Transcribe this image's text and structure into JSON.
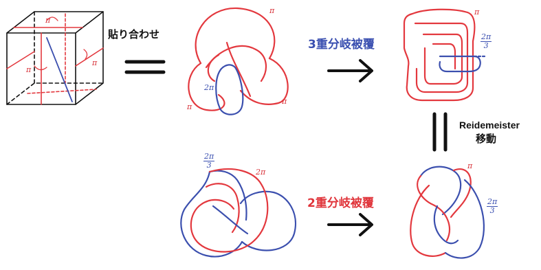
{
  "colors": {
    "red": "#e3383e",
    "blue": "#3b4fae",
    "black": "#111111"
  },
  "labels": {
    "gluing": "貼り合わせ",
    "triple_cover": "3重分岐被覆",
    "double_cover": "2重分岐被覆",
    "reidemeister_line1": "Reidemeister",
    "reidemeister_line2": "移動"
  },
  "marks": {
    "pi": "π",
    "two_pi": "2π",
    "two_pi_num": "2π",
    "denominator_three": "3"
  }
}
